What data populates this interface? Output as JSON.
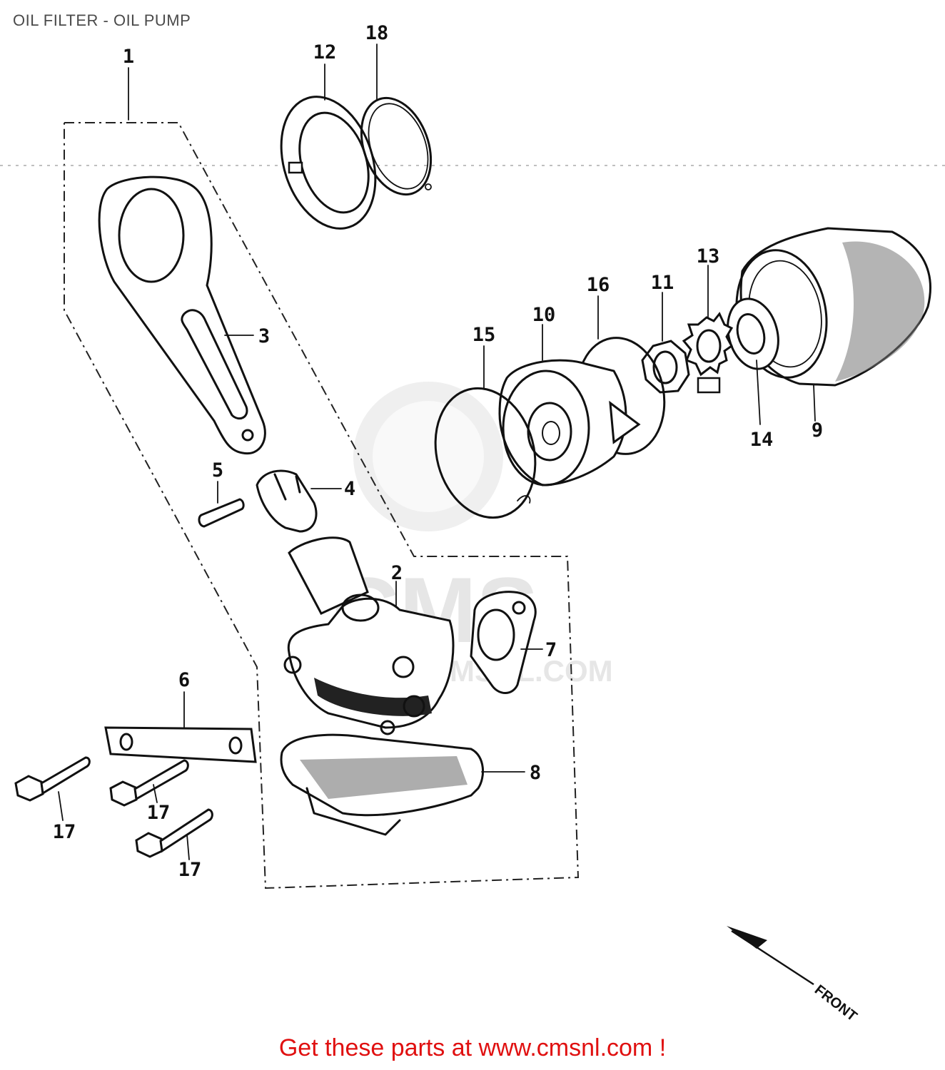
{
  "title": "OIL FILTER - OIL PUMP",
  "footer": "Get these parts at www.cmsnl.com !",
  "watermark": {
    "text": "WWW.CMSNL.COM",
    "brand": "CMS",
    "color": "#e2e2e2"
  },
  "direction_label": "FRONT",
  "callouts": [
    {
      "id": "callout-1",
      "label": "1"
    },
    {
      "id": "callout-2",
      "label": "2"
    },
    {
      "id": "callout-3",
      "label": "3"
    },
    {
      "id": "callout-4",
      "label": "4"
    },
    {
      "id": "callout-5",
      "label": "5"
    },
    {
      "id": "callout-6",
      "label": "6"
    },
    {
      "id": "callout-7",
      "label": "7"
    },
    {
      "id": "callout-8",
      "label": "8"
    },
    {
      "id": "callout-9",
      "label": "9"
    },
    {
      "id": "callout-10",
      "label": "10"
    },
    {
      "id": "callout-11",
      "label": "11"
    },
    {
      "id": "callout-12",
      "label": "12"
    },
    {
      "id": "callout-13",
      "label": "13"
    },
    {
      "id": "callout-14",
      "label": "14"
    },
    {
      "id": "callout-15",
      "label": "15"
    },
    {
      "id": "callout-16",
      "label": "16"
    },
    {
      "id": "callout-17a",
      "label": "17"
    },
    {
      "id": "callout-17b",
      "label": "17"
    },
    {
      "id": "callout-17c",
      "label": "17"
    },
    {
      "id": "callout-18",
      "label": "18"
    }
  ],
  "colors": {
    "line": "#111111",
    "title": "#4a4a4a",
    "footer": "#e01010",
    "background": "#ffffff"
  }
}
